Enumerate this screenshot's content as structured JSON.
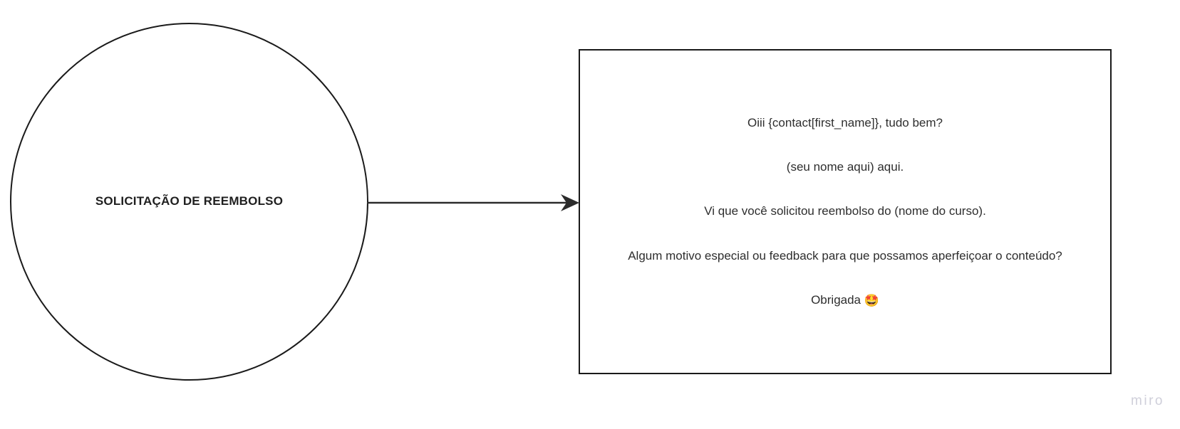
{
  "board": {
    "background_color": "#ffffff",
    "stroke_color": "#1a1a1a",
    "text_color": "#2e2e2e"
  },
  "nodes": {
    "start": {
      "shape": "circle",
      "label": "SOLICITAÇÃO DE REEMBOLSO"
    },
    "message": {
      "shape": "rectangle",
      "lines": [
        "Oiii {contact[first_name]}, tudo bem?",
        "(seu nome aqui) aqui.",
        "Vi que você solicitou reembolso do (nome do curso).",
        "Algum motivo especial ou feedback para que possamos aperfeiçoar o conteúdo?",
        "Obrigada "
      ],
      "emoji": "🤩",
      "emoji_name": "star-struck-face"
    }
  },
  "connector": {
    "type": "arrow",
    "direction": "right",
    "from": "start",
    "to": "message"
  },
  "watermark": {
    "label": "miro",
    "color": "#cfcfda"
  }
}
